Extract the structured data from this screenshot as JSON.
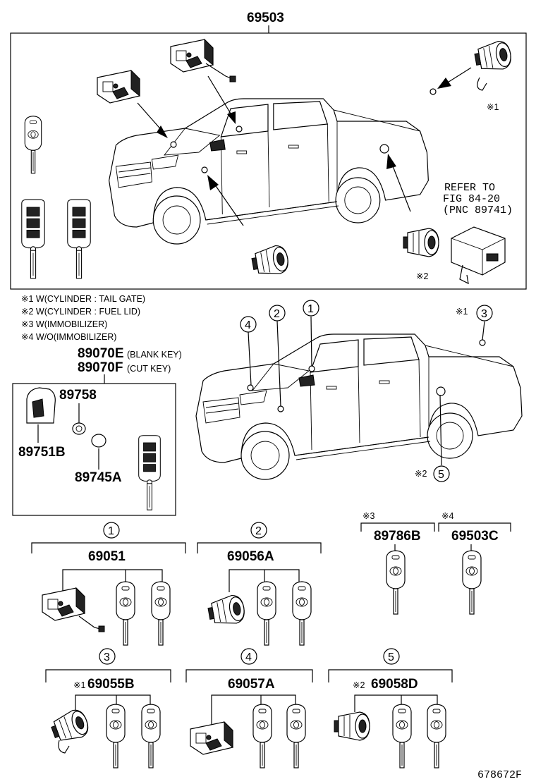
{
  "top": {
    "part_number": "69503"
  },
  "refer": {
    "line1": "REFER TO",
    "line2": "FIG 84-20",
    "line3": "(PNC 89741)"
  },
  "marks": {
    "m1": "※1",
    "m2": "※2",
    "m3": "※3",
    "m4": "※4"
  },
  "notes": [
    "※1 W(CYLINDER : TAIL GATE)",
    "※2 W(CYLINDER : FUEL LID)",
    "※3 W(IMMOBILIZER)",
    "※4 W/O(IMMOBILIZER)"
  ],
  "keys": {
    "blank": "89070E",
    "blank_note": "(BLANK KEY)",
    "cut": "89070F",
    "cut_note": "(CUT KEY)"
  },
  "key_parts": {
    "case": "89758",
    "cover": "89751B",
    "battery": "89745A"
  },
  "circles": [
    "1",
    "2",
    "3",
    "4",
    "5"
  ],
  "sets": [
    {
      "index": "1",
      "prefix": "",
      "part": "69051"
    },
    {
      "index": "2",
      "prefix": "",
      "part": "69056A"
    },
    {
      "index": "3",
      "prefix": "※1",
      "part": "69055B"
    },
    {
      "index": "4",
      "prefix": "",
      "part": "69057A"
    },
    {
      "index": "5",
      "prefix": "※2",
      "part": "69058D"
    }
  ],
  "immobilizer": {
    "mark": "※3",
    "part": "89786B"
  },
  "no_immobilizer": {
    "mark": "※4",
    "part": "69503C"
  },
  "footer": {
    "code": "678672F"
  }
}
